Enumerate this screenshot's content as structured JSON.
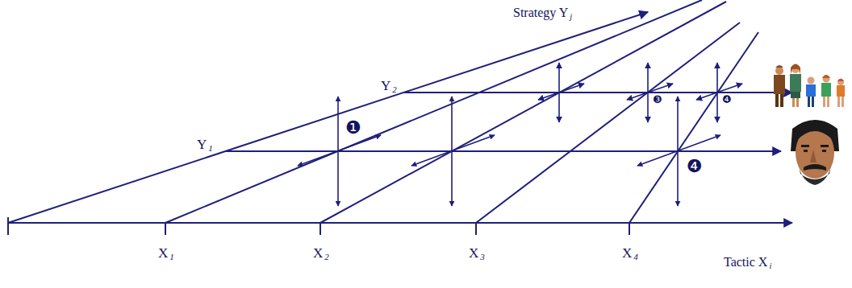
{
  "diagram": {
    "labels": [
      "Strategy Yj",
      "Y2",
      "❸",
      "❹",
      "Y1",
      "❶",
      "❹",
      "X1",
      "X2",
      "X3",
      "X4",
      "Tactic Xi"
    ]
  }
}
